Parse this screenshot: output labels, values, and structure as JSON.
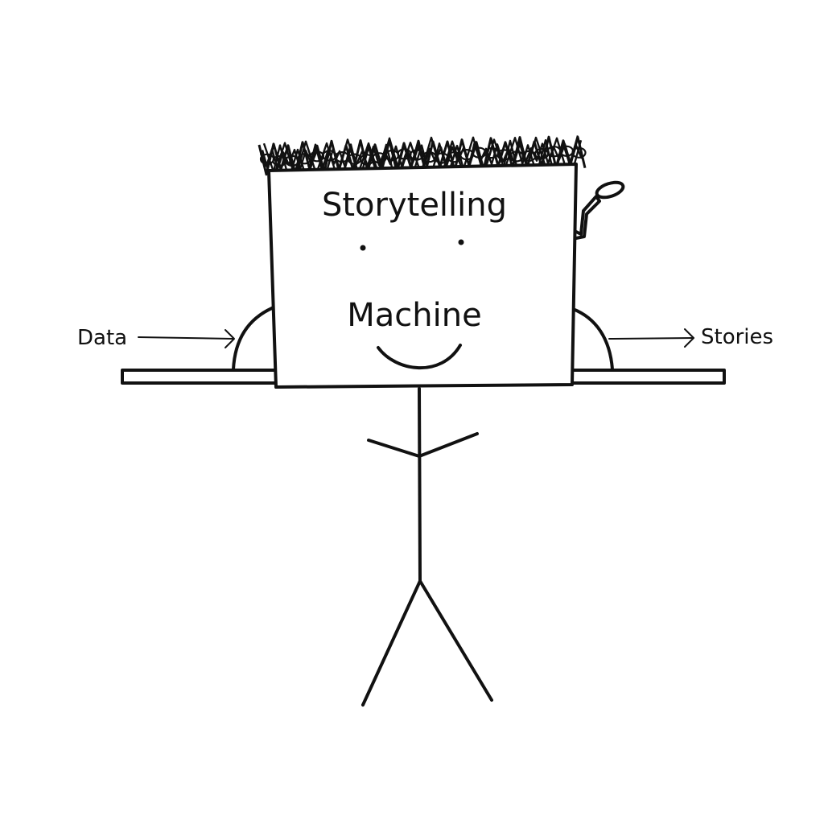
{
  "box": {
    "title": "Storytelling",
    "subtitle": "Machine"
  },
  "labels": {
    "input": "Data",
    "output": "Stories"
  },
  "colors": {
    "ink": "#111111",
    "background": "#ffffff"
  }
}
